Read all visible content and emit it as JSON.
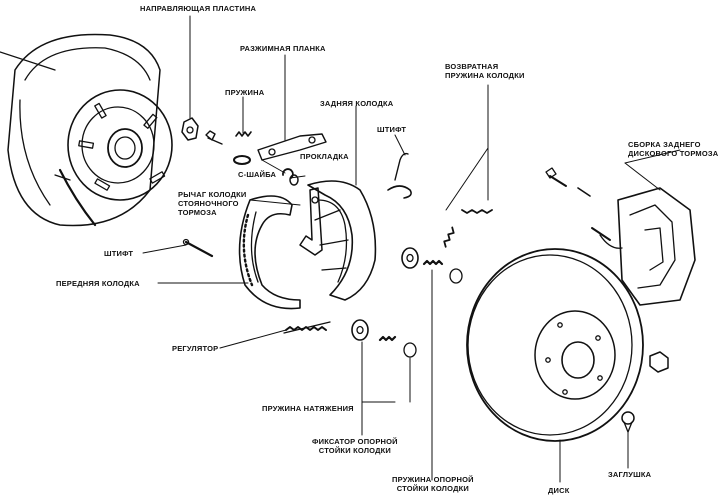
{
  "labels": {
    "guide_plate": "НАПРАВЛЯЮЩАЯ ПЛАСТИНА",
    "expander_bar": "РАЗЖИМНАЯ ПЛАНКА",
    "spring": "ПРУЖИНА",
    "rear_shoe": "ЗАДНЯЯ КОЛОДКА",
    "return_spring_l1": "ВОЗВРАТНАЯ",
    "return_spring_l2": "ПРУЖИНА КОЛОДКИ",
    "pin_top": "ШТИФТ",
    "shim": "ПРОКЛАДКА",
    "c_washer": "С-ШАЙБА",
    "lever_l1": "РЫЧАГ КОЛОДКИ",
    "lever_l2": "СТОЯНОЧНОГО",
    "lever_l3": "ТОРМОЗА",
    "caliper_l1": "СБОРКА ЗАДНЕГО",
    "caliper_l2": "ДИСКОВОГО ТОРМОЗА",
    "pin_left": "ШТИФТ",
    "front_shoe": "ПЕРЕДНЯЯ КОЛОДКА",
    "adjuster": "РЕГУЛЯТОР",
    "tension_spring": "ПРУЖИНА НАТЯЖЕНИЯ",
    "retainer_l1": "ФИКСАТОР ОПОРНОЙ",
    "retainer_l2": "СТОЙКИ КОЛОДКИ",
    "hold_spring_l1": "ПРУЖИНА ОПОРНОЙ",
    "hold_spring_l2": "СТОЙКИ КОЛОДКИ",
    "plug": "ЗАГЛУШКА",
    "disc": "ДИСК"
  }
}
